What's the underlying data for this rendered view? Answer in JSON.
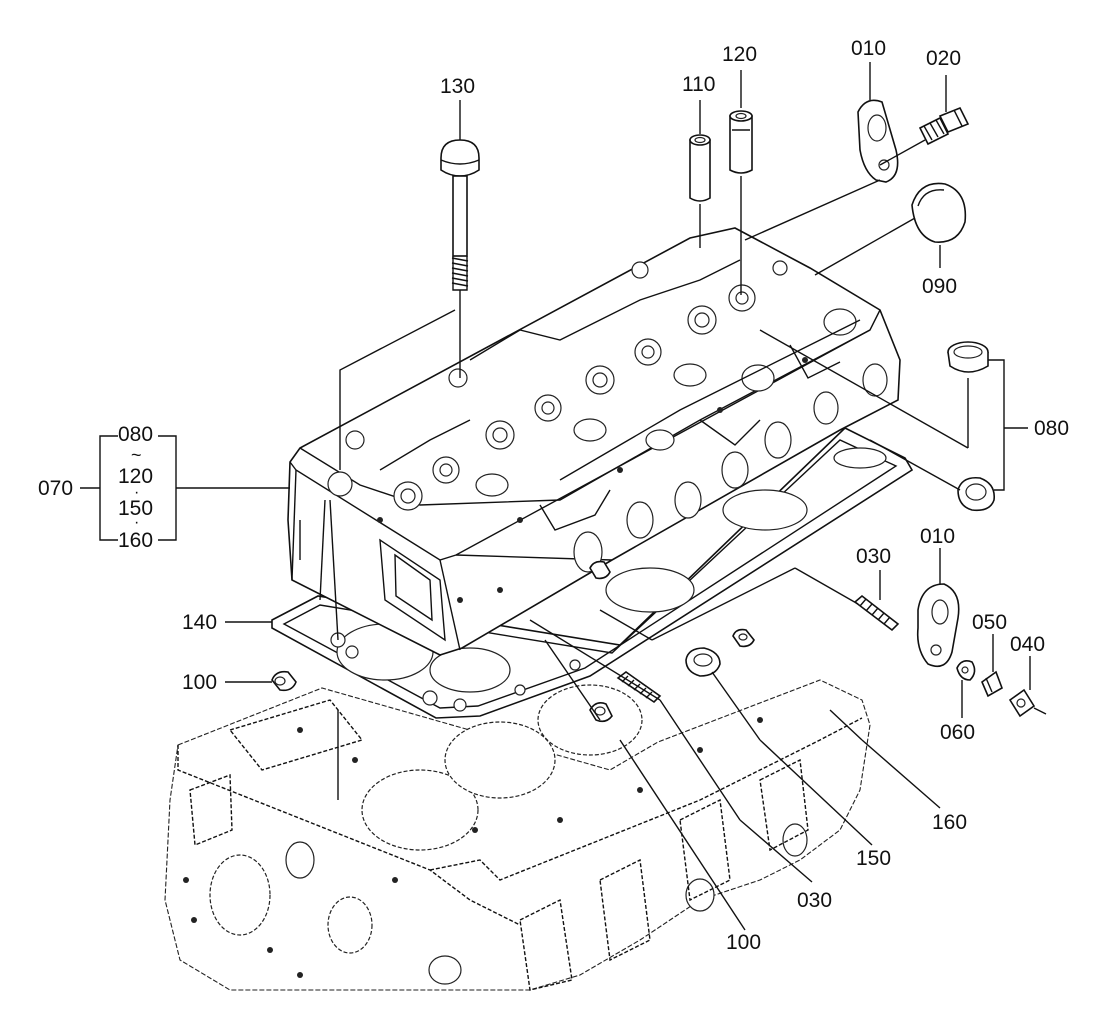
{
  "callouts": {
    "c130": "130",
    "c110": "110",
    "c120": "120",
    "c010_top": "010",
    "c020": "020",
    "c090": "090",
    "c080_right": "080",
    "c070": "070",
    "c080_group": "080",
    "c120_group": "120",
    "c150_group": "150",
    "c160_group": "160",
    "c140": "140",
    "c100_left": "100",
    "c030_top": "030",
    "c010_mid": "010",
    "c050": "050",
    "c040": "040",
    "c060": "060",
    "c160": "160",
    "c150": "150",
    "c030_bottom": "030",
    "c100_bottom": "100"
  },
  "group_symbols": {
    "range": "~",
    "dot1": "·",
    "dot2": "·"
  }
}
